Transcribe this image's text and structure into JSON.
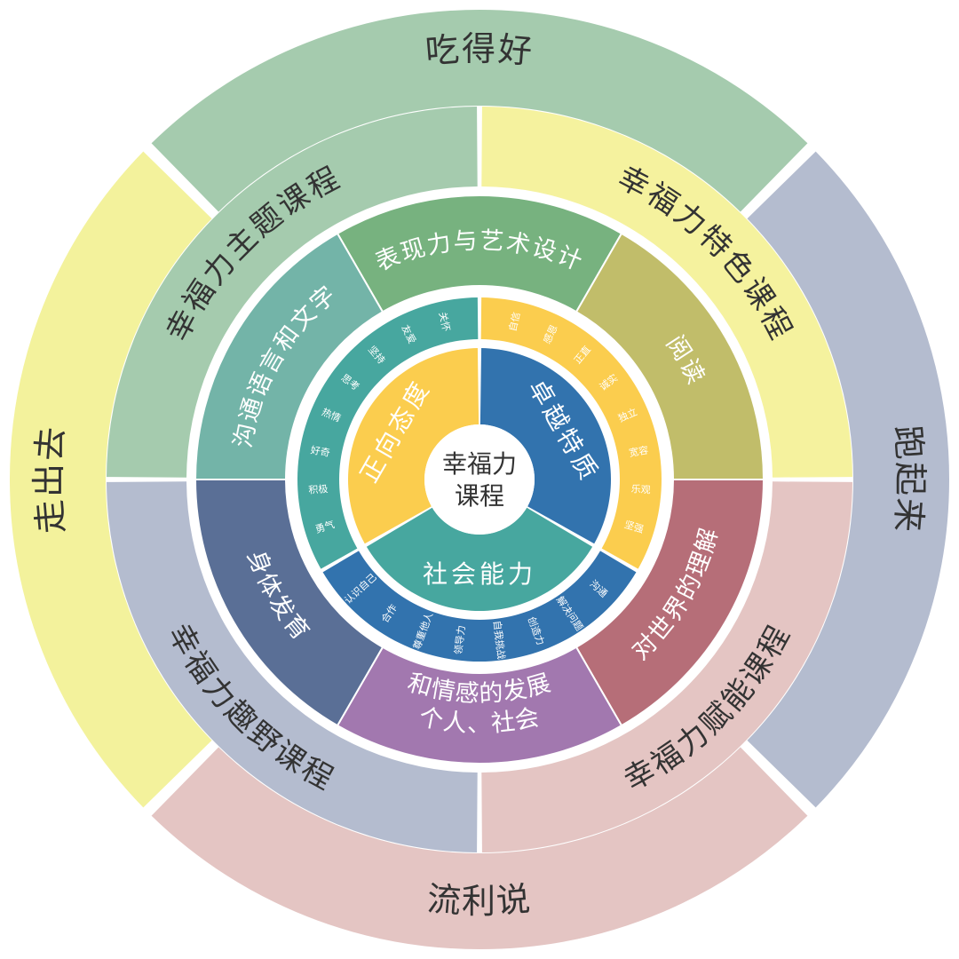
{
  "center": {
    "line1": "幸福力",
    "line2": "课程"
  },
  "outer_ring": [
    {
      "label": "吃得好",
      "color": "#A5CBAE"
    },
    {
      "label": "跑起来",
      "color": "#B4BCCF"
    },
    {
      "label": "流利说",
      "color": "#E4C5C3"
    },
    {
      "label": "走出去",
      "color": "#F3F29C"
    }
  ],
  "course_ring": [
    {
      "label": "幸福力特色课程",
      "color": "#F5F29E"
    },
    {
      "label": "幸福力赋能课程",
      "color": "#E4C5C3"
    },
    {
      "label": "幸福力趣野课程",
      "color": "#B4BCCF"
    },
    {
      "label": "幸福力主题课程",
      "color": "#A5CBAE"
    }
  ],
  "domain_ring": [
    {
      "label": "表现力与艺术设计",
      "color": "#77B27F"
    },
    {
      "label": "阅读",
      "color": "#C1BD6A"
    },
    {
      "label": "对世界的理解",
      "color": "#B66E78"
    },
    {
      "label": "个人、社会",
      "label2": "和情感的发展",
      "color": "#A278AF"
    },
    {
      "label": "身体发育",
      "color": "#5A6F96"
    },
    {
      "label": "沟通语言和文字",
      "color": "#73B4A8"
    }
  ],
  "trait_ring": [
    {
      "color": "#FBCD4E",
      "items": [
        "自信",
        "感恩",
        "正直",
        "诚实",
        "独立",
        "宽容",
        "乐观",
        "坚强"
      ]
    },
    {
      "color": "#3273AE",
      "items": [
        "沟通",
        "解决问题",
        "创造力",
        "自我挑战",
        "领导力",
        "尊重他人",
        "合作",
        "认识自己"
      ]
    },
    {
      "color": "#47A79F",
      "items": [
        "勇气",
        "积极",
        "好奇",
        "热情",
        "思考",
        "坚持",
        "友爱",
        "关怀"
      ]
    }
  ],
  "category_ring": [
    {
      "label": "卓越特质",
      "color": "#3273AE"
    },
    {
      "label": "社会能力",
      "color": "#47A79F"
    },
    {
      "label": "正向态度",
      "color": "#FBCD4E"
    }
  ]
}
